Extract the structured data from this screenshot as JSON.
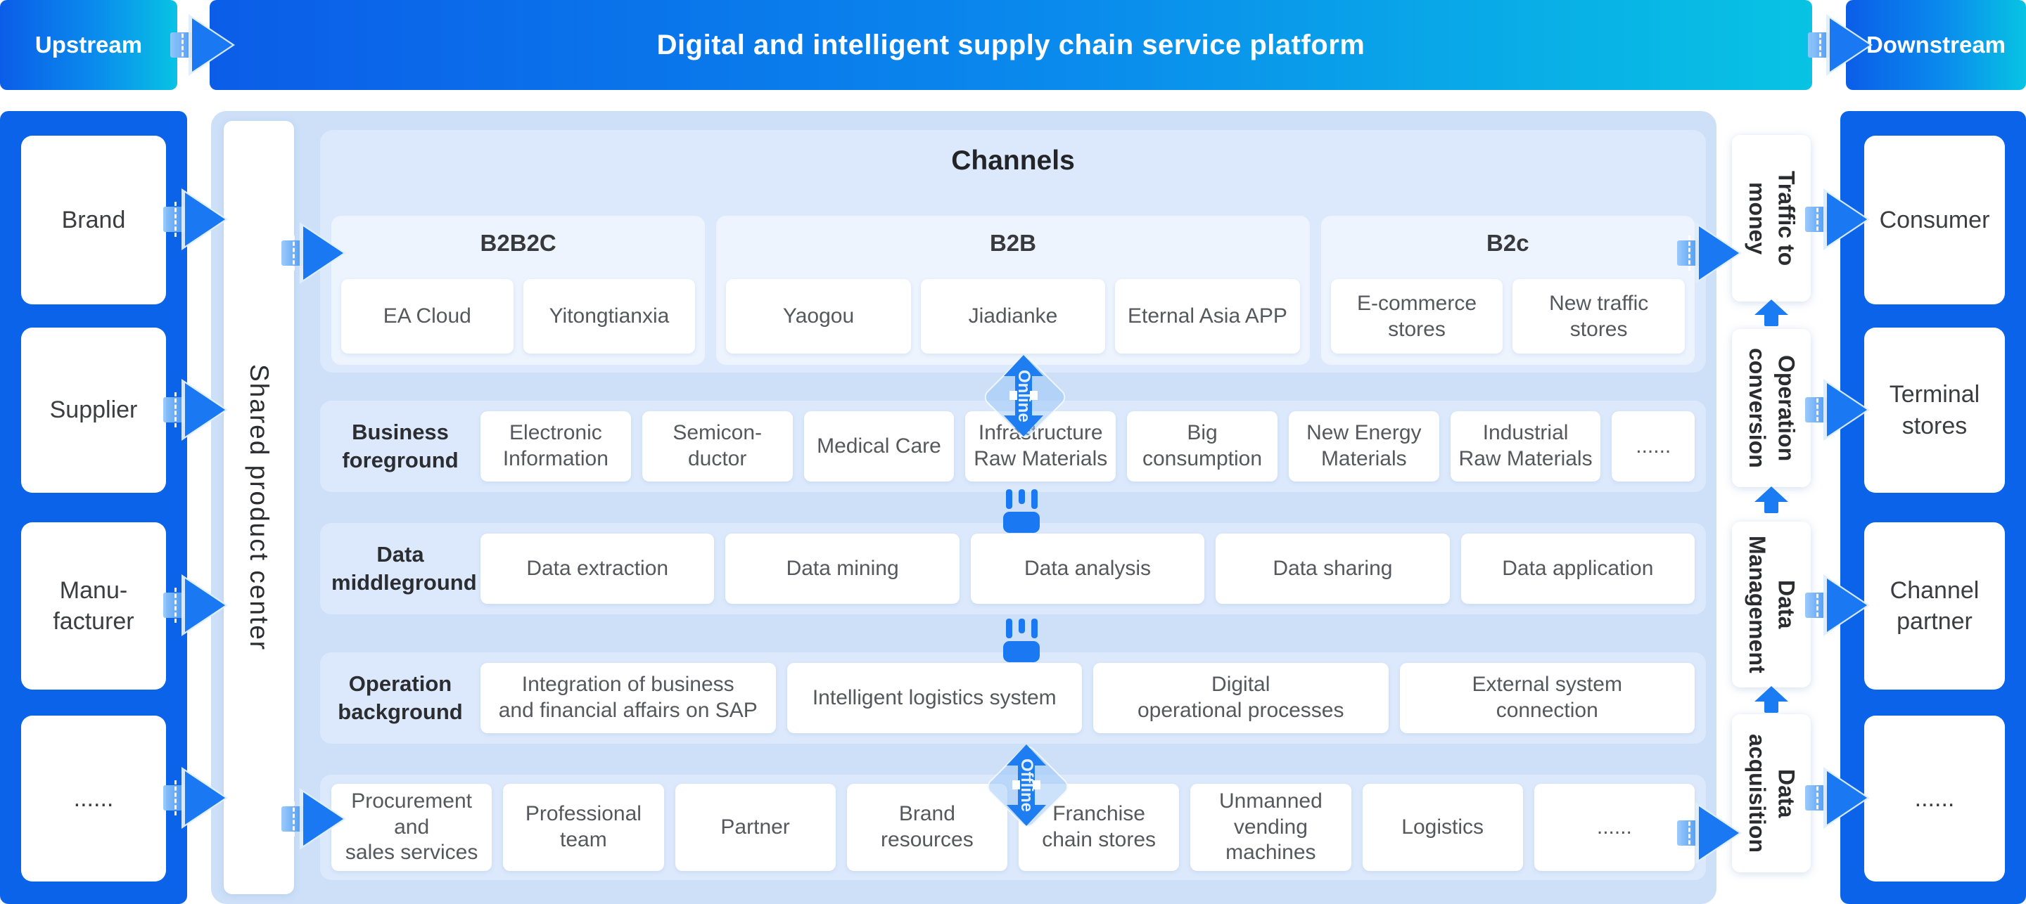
{
  "palette": {
    "primary_blue": "#0a63e9",
    "cyan": "#08c3e3",
    "panel_blue": "#cde0f8",
    "band_blue": "#dce9fc",
    "subpanel_blue": "#edf4fe"
  },
  "top_bar": {
    "upstream": "Upstream",
    "title": "Digital and intelligent supply chain service platform",
    "downstream": "Downstream"
  },
  "upstream_entities": [
    "Brand",
    "Supplier",
    "Manu-\nfacturer",
    "......"
  ],
  "downstream_entities": [
    "Consumer",
    "Terminal\nstores",
    "Channel\npartner",
    "......"
  ],
  "shared_product_center": "Shared product center",
  "channels": {
    "title": "Channels",
    "groups": [
      {
        "name": "B2B2C",
        "items": [
          "EA Cloud",
          "Yitongtianxia"
        ]
      },
      {
        "name": "B2B",
        "items": [
          "Yaogou",
          "Jiadianke",
          "Eternal Asia APP"
        ]
      },
      {
        "name": "B2c",
        "items": [
          "E-commerce\nstores",
          "New traffic\nstores"
        ]
      }
    ]
  },
  "rows": [
    {
      "label": "Business\nforeground",
      "items": [
        "Electronic\nInformation",
        "Semicon-\nductor",
        "Medical Care",
        "Infrastructure\nRaw Materials",
        "Big\nconsumption",
        "New Energy\nMaterials",
        "Industrial\nRaw Materials",
        "......"
      ]
    },
    {
      "label": "Data\nmiddleground",
      "items": [
        "Data extraction",
        "Data mining",
        "Data analysis",
        "Data sharing",
        "Data application"
      ]
    },
    {
      "label": "Operation\nbackground",
      "items": [
        "Integration of business\nand financial affairs on SAP",
        "Intelligent logistics system",
        "Digital\noperational processes",
        "External system\nconnection"
      ]
    },
    {
      "label": "",
      "items": [
        "Procurement\nand\nsales services",
        "Professional\nteam",
        "Partner",
        "Brand\nresources",
        "Franchise\nchain stores",
        "Unmanned\nvending\nmachines",
        "Logistics",
        "......"
      ]
    }
  ],
  "right_rail": [
    "Traffic to\nmoney",
    "Operation\nconversion",
    "Data\nManagement",
    "Data\nacquisition"
  ],
  "flow_labels": {
    "online": "Online",
    "offline": "Offline"
  }
}
